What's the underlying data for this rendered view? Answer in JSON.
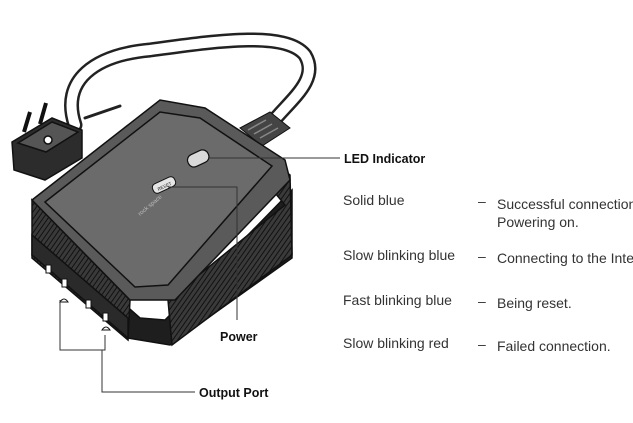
{
  "callouts": {
    "led_indicator": "LED Indicator",
    "power": "Power",
    "output_port": "Output Port"
  },
  "device_text": {
    "brand": "rock space",
    "button": "RESET"
  },
  "led_states": [
    {
      "state": "Solid blue",
      "dash": "–",
      "meaning_lines": [
        "Successful connection.",
        "Powering on."
      ]
    },
    {
      "state": "Slow blinking blue",
      "dash": "–",
      "meaning_lines": [
        "Connecting to the Internet."
      ]
    },
    {
      "state": "Fast blinking blue",
      "dash": "–",
      "meaning_lines": [
        "Being reset."
      ]
    },
    {
      "state": "Slow blinking red",
      "dash": "–",
      "meaning_lines": [
        "Failed connection."
      ]
    }
  ]
}
